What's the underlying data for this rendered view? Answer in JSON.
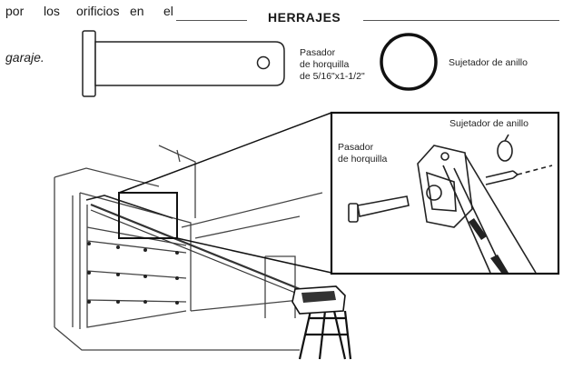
{
  "text": {
    "word1": "por",
    "word2": "los",
    "word3": "orificios",
    "word4": "en",
    "word5": "el",
    "word6": "garaje."
  },
  "hardware": {
    "title": "HERRAJES",
    "clevis_pin_label_line1": "Pasador",
    "clevis_pin_label_line2": "de horquilla",
    "clevis_pin_label_line3": "de 5/16\"x1-1/2\"",
    "ring_fastener_label": "Sujetador de anillo"
  },
  "illustration": {
    "ring_fastener_label": "Sujetador de anillo",
    "clevis_pin_label_line1": "Pasador",
    "clevis_pin_label_line2": "de horquilla"
  }
}
